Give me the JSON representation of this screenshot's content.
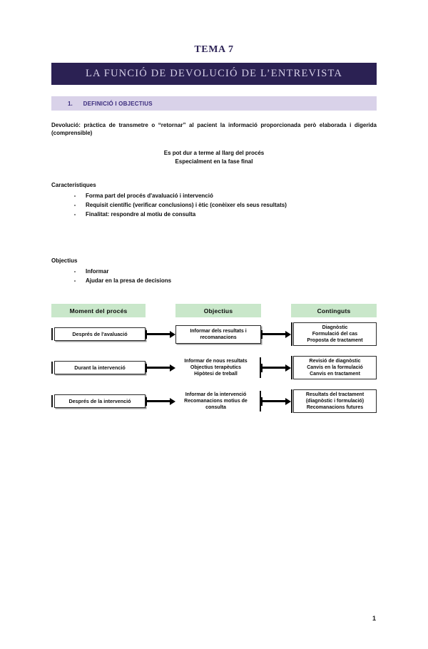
{
  "colors": {
    "banner_bg": "#2b2153",
    "banner_text": "#d6d0e8",
    "section_bg": "#d9d2e9",
    "section_text": "#3b2c7d",
    "title_text": "#2e2457",
    "diagram_header_bg": "#c9e7ca"
  },
  "glyphs": {
    "bullet_dash": "-"
  },
  "page": {
    "title": "TEMA 7",
    "banner": "LA FUNCIÓ DE DEVOLUCIÓ DE L’ENTREVISTA",
    "section": {
      "number": "1.",
      "label": "DEFINICIÓ I OBJECTIUS"
    },
    "definition": "Devolució: pràctica de transmetre o “retornar” al pacient la informació proporcionada però elaborada i digerida (comprensible)",
    "process_notes": [
      "Es pot dur a terme al llarg del procés",
      "Especialment en la fase final"
    ],
    "characteristics": {
      "heading": "Característiques",
      "items": [
        "Forma part del procés d'avaluació i intervenció",
        "Requisit científic (verificar conclusions) i ètic (conèixer els seus resultats)",
        "Finalitat: respondre al motiu de consulta"
      ]
    },
    "objectives": {
      "heading": "Objectius",
      "items": [
        "Informar",
        "Ajudar en la presa de decisions"
      ]
    },
    "page_number": "1"
  },
  "diagram": {
    "headers": [
      "Moment del procés",
      "Objectius",
      "Continguts"
    ],
    "rows": [
      {
        "moment": "Després de l'avaluació",
        "objectius": [
          "Informar dels resultats i recomanacions"
        ],
        "continguts": [
          "Diagnòstic",
          "Formulació del cas",
          "Proposta de tractament"
        ]
      },
      {
        "moment": "Durant la intervenció",
        "objectius": [
          "Informar de nous resultats",
          "Objectius terapèutics",
          "Hipòtesi de treball"
        ],
        "continguts": [
          "Revisió de diagnòstic",
          "Canvis en la formulació",
          "Canvis en tractament"
        ]
      },
      {
        "moment": "Després de la intervenció",
        "objectius": [
          "Informar de la intervenció",
          "Recomanacions motius de consulta"
        ],
        "continguts": [
          "Resultats del tractament",
          "(diagnòstic i formulació)",
          "Recomanacions futures"
        ]
      }
    ]
  }
}
